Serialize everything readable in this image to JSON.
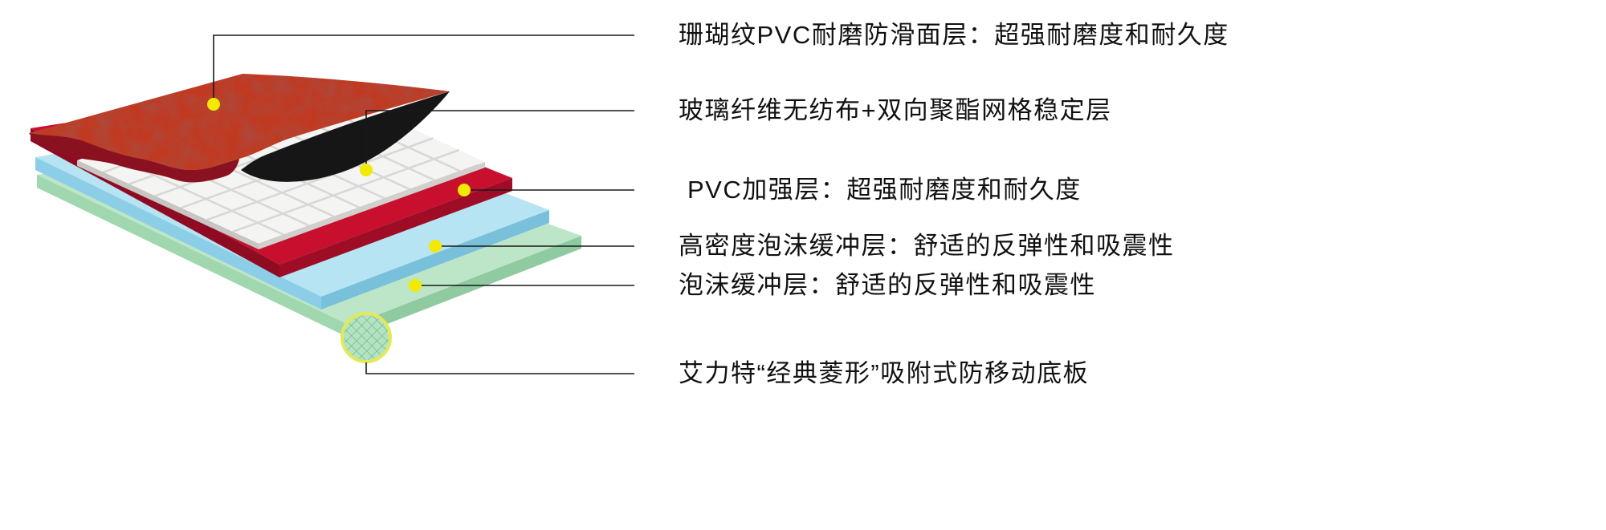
{
  "labels": [
    "珊瑚纹PVC耐磨防滑面层：超强耐磨度和耐久度",
    "玻璃纤维无纺布+双向聚酯网格稳定层",
    "PVC加强层：超强耐磨度和耐久度",
    "高密度泡沫缓冲层：舒适的反弹性和吸震性",
    "泡沫缓冲层：舒适的反弹性和吸震性",
    "艾力特“经典菱形”吸附式防移动底板"
  ],
  "colors": {
    "surface_red": "#c03a22",
    "surface_red_dark": "#8a1220",
    "stabilizer_black": "#161616",
    "mesh_white": "#f4f4f2",
    "mesh_grout": "#d7d7d4",
    "pvc_crimson": "#c8102e",
    "foam_blue": "#b6e4f3",
    "foam_green": "#bde6c8",
    "base_pattern_green": "#5fb98c",
    "magnifier_ring": "#e3e95a",
    "marker_yellow": "#f2ea00",
    "leader": "#1a1a1a",
    "text": "#111111"
  }
}
